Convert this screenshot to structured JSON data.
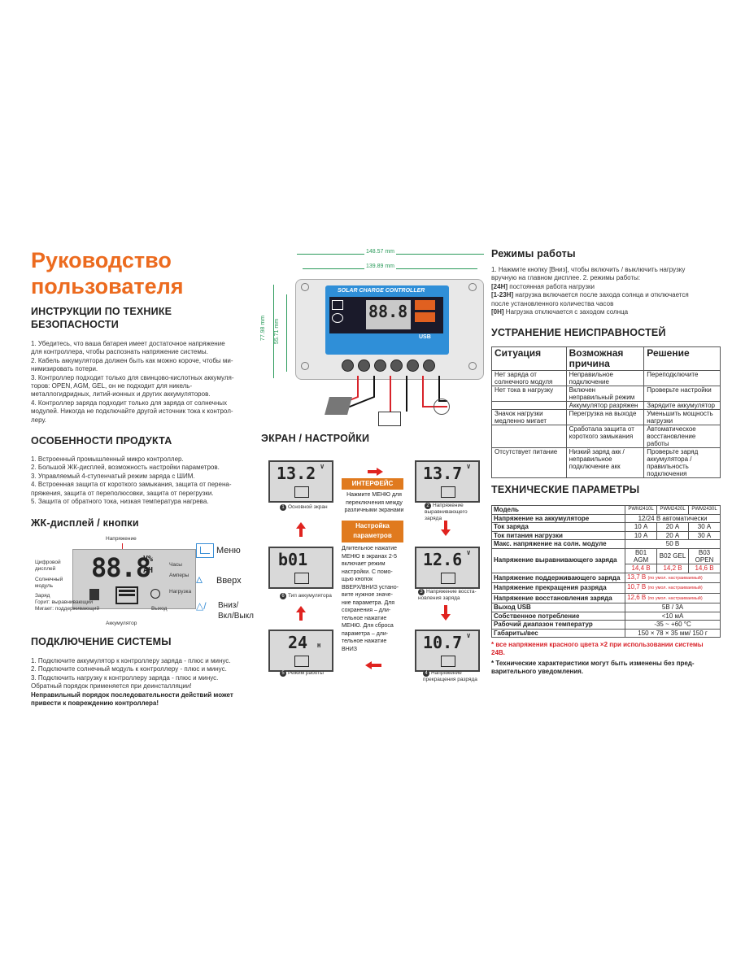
{
  "title_line1": "Руководство",
  "title_line2": "пользователя",
  "safety": {
    "heading1": "ИНСТРУКЦИИ ПО ТЕХНИКЕ",
    "heading2": "БЕЗОПАСНОСТИ",
    "lines": [
      "1. Убедитесь, что ваша батарея имеет достаточное напряжение",
      "для контроллера, чтобы распознать напряжение системы.",
      "2. Кабель аккумулятора должен быть как можно короче, чтобы ми-",
      "нимизировать потери.",
      "3. Контроллер подходит только для свинцово-кислотных аккумуля-",
      "торов: OPEN, AGM, GEL, он не подходит для никель-",
      "металлогидридных, литий-ионных и других аккумуляторов.",
      "4. Контроллер заряда подходит только для заряда от солнечных",
      "модулей. Никогда не подключайте другой источник тока к контрол-",
      "леру."
    ]
  },
  "features": {
    "heading": "ОСОБЕННОСТИ ПРОДУКТА",
    "lines": [
      "1. Встроенный промышленный микро контроллер.",
      "2. Большой ЖК-дисплей, возможность настройки параметров.",
      "3. Управляемый 4-ступенчатый режим заряда с ШИМ.",
      "4. Встроенная защита от короткого замыкания, защита от перена-",
      "пряжения, защита от переполюсовки, защита от перегрузки.",
      "5. Защита от обратного тока, низкая температура нагрева."
    ]
  },
  "lcd_section": {
    "heading": "ЖК-дисплей / кнопки",
    "display_value": "88.8",
    "unit_top": "V%",
    "unit_bottom": "AH",
    "labels": {
      "voltage": "Напряжение",
      "digital1": "Цифровой",
      "digital2": "дисплей",
      "solar1": "Солнечный",
      "solar2": "модуль",
      "charge1": "Заряд",
      "charge2": "Горит: выравнивающий",
      "charge3": "Мигает: поддерживающий",
      "clock": "Часы",
      "amps": "Амперы",
      "load": "Нагрузка",
      "output": "Выход",
      "battery": "Аккумулятор"
    },
    "buttons": {
      "menu": "Меню",
      "up": "Вверх",
      "down1": "Вниз/",
      "down2": "Вкл/Выкл"
    }
  },
  "connection": {
    "heading": "ПОДКЛЮЧЕНИЕ СИСТЕМЫ",
    "lines": [
      "1. Подключите аккумулятор к контроллеру заряда - плюс и минус.",
      "2. Подключите солнечный модуль к контроллеру - плюс и минус.",
      "3. Подключить нагрузку к контроллеру заряда - плюс и минус.",
      "Обратный порядок применяется при деинсталляции!"
    ],
    "warning1": "Неправильный порядок последовательности действий может",
    "warning2": "привести к повреждению контроллера!"
  },
  "device": {
    "dim_outer": "148.57 mm",
    "dim_inner": "139.89 mm",
    "dim_height1": "77.98 mm",
    "dim_height2": "55.71 mm",
    "brand": "SOLAR CHARGE CONTROLLER",
    "lcd": "88.8",
    "usb": "USB"
  },
  "screens": {
    "heading": "ЭКРАН / НАСТРОЙКИ",
    "s1": {
      "value": "13.2",
      "unit": "V",
      "caption": "Основной экран",
      "n": "1"
    },
    "s2": {
      "value": "13.7",
      "unit": "V",
      "caption": "Напряжение выравнивающего заряда",
      "n": "2"
    },
    "s3": {
      "value": "12.6",
      "unit": "V",
      "caption": "Напряжение восста-новления заряда",
      "n": "3"
    },
    "s4": {
      "value": "10.7",
      "unit": "V",
      "caption": "Напряжение прекращения разряда",
      "n": "4"
    },
    "s5": {
      "value": "24",
      "unit": "H",
      "caption": "Режим работы",
      "n": "5"
    },
    "s6": {
      "value": "b01",
      "unit": "",
      "caption": "Тип аккумулятора",
      "n": "6"
    },
    "interface_label": "ИНТЕРФЕЙС",
    "interface_text": [
      "Нажмите МЕНЮ для",
      "переключения между",
      "различными экранами"
    ],
    "settings_label1": "Настройка",
    "settings_label2": "параметров",
    "settings_text": [
      "Длительное нажатие",
      "МЕНЮ в экранах 2-5",
      "включает режим",
      "настройки. С помо-",
      "щью кнопок",
      "ВВЕРХ/ВНИЗ устано-",
      "вите нужное значе-",
      "ние параметра. Для",
      "сохранения – дли-",
      "тельное нажатие",
      "МЕНЮ. Для сброса",
      "параметра – дли-",
      "тельное нажатие",
      "ВНИЗ"
    ]
  },
  "modes": {
    "heading": "Режимы работы",
    "line1": "1. Нажмите кнопку [Вниз], чтобы включить / выключить нагрузку",
    "line2": "вручную на главном дисплее. 2. режимы работы:",
    "m1_tag": "[24H]",
    "m1_text": "постоянная работа нагрузки",
    "m2_tag": "[1-23H]",
    "m2_text": "нагрузка включается после захода солнца и отключается",
    "m2_text2": "после установленного количества часов",
    "m3_tag": "[0H]",
    "m3_text": "Нагрузка отключается с заходом солнца"
  },
  "troubleshooting": {
    "heading": "УСТРАНЕНИЕ НЕИСПРАВНОСТЕЙ",
    "headers": [
      "Ситуация",
      "Возможная причина",
      "Решение"
    ],
    "rows": [
      [
        "Нет заряда от солнечного модуля",
        "Неправильное подключение",
        "Переподключите"
      ],
      [
        "Нет тока в нагрузку",
        "Включен неправильный режим",
        "Проверьте настройки"
      ],
      [
        "",
        "Аккумулятор разряжен",
        "Зарядите аккумулятор"
      ],
      [
        "Значок нагрузки медленно мигает",
        "Перегрузка на выходе",
        "Уменьшить мощность нагрузки"
      ],
      [
        "",
        "Сработала защита от короткого замыкания",
        "Автоматическое восстановление работы"
      ],
      [
        "Отсутствует питание",
        "Низкий заряд акк / неправильное подключение акк",
        "Проверьте заряд аккумулятора / правильность подключения"
      ]
    ]
  },
  "specs": {
    "heading": "ТЕХНИЧЕСКИЕ ПАРАМЕТРЫ",
    "model_label": "Модель",
    "models": [
      "PWM2410L",
      "PWM2420L",
      "PWM2430L"
    ],
    "battery_voltage_label": "Напряжение на аккумуляторе",
    "battery_voltage": "12/24 В автоматически",
    "charge_current_label": "Ток заряда",
    "charge_current": [
      "10 А",
      "20 А",
      "30 А"
    ],
    "load_current_label": "Ток питания нагрузки",
    "load_current": [
      "10 А",
      "20 А",
      "30 А"
    ],
    "max_pv_label": "Макс. напряжение на солн. модуле",
    "max_pv": "50 В",
    "eq_label": "Напряжение выравнивающего заряда",
    "battery_types": [
      "B01 AGM",
      "B02 GEL",
      "B03 OPEN"
    ],
    "eq_values": [
      "14,4 В",
      "14,2 В",
      "14,6 В"
    ],
    "float_label": "Напряжение поддерживающего заряда",
    "float_value": "13,7 В",
    "float_note": "(по умол. настраиваемый)",
    "lvd_label": "Напряжение прекращения разряда",
    "lvd_value": "10,7 В",
    "lvd_note": "(по умол. настраиваемый)",
    "lvr_label": "Напряжение восстановления заряда",
    "lvr_value": "12,6 В",
    "lvr_note": "(по умол. настраиваемый)",
    "usb_label": "Выход USB",
    "usb_value": "5В / 3А",
    "self_label": "Собственное потребление",
    "self_value": "<10 мА",
    "temp_label": "Рабочий диапазон температур",
    "temp_value": "-35 ~ +60 °C",
    "dims_label": "Габариты/вес",
    "dims_value": "150 × 78 × 35 мм/ 150 г",
    "note_red1": "* все напряжения красного цвета ×2 при использовании системы",
    "note_red2": "24В.",
    "note2_1": "* Технические характеристики могут быть изменены без пред-",
    "note2_2": "варительного уведомления."
  }
}
